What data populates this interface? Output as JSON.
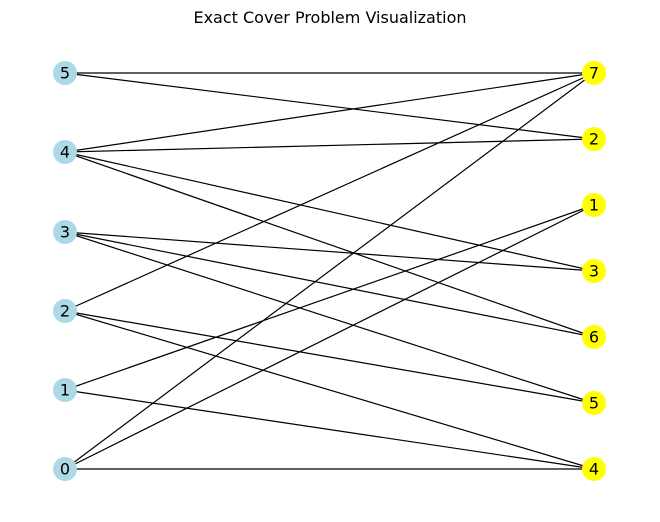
{
  "title": "Exact Cover Problem Visualization",
  "colors": {
    "left_node": "#add8e6",
    "right_node": "#ffff00",
    "edge": "#000000"
  },
  "left_nodes": [
    {
      "id": "L5",
      "label": "5"
    },
    {
      "id": "L4",
      "label": "4"
    },
    {
      "id": "L3",
      "label": "3"
    },
    {
      "id": "L2",
      "label": "2"
    },
    {
      "id": "L1",
      "label": "1"
    },
    {
      "id": "L0",
      "label": "0"
    }
  ],
  "right_nodes": [
    {
      "id": "R7",
      "label": "7"
    },
    {
      "id": "R2",
      "label": "2"
    },
    {
      "id": "R1",
      "label": "1"
    },
    {
      "id": "R3",
      "label": "3"
    },
    {
      "id": "R6",
      "label": "6"
    },
    {
      "id": "R5",
      "label": "5"
    },
    {
      "id": "R4",
      "label": "4"
    }
  ],
  "edges": [
    [
      "L5",
      "R7"
    ],
    [
      "L5",
      "R2"
    ],
    [
      "L4",
      "R7"
    ],
    [
      "L4",
      "R2"
    ],
    [
      "L4",
      "R3"
    ],
    [
      "L4",
      "R6"
    ],
    [
      "L3",
      "R3"
    ],
    [
      "L3",
      "R6"
    ],
    [
      "L3",
      "R5"
    ],
    [
      "L2",
      "R7"
    ],
    [
      "L2",
      "R5"
    ],
    [
      "L2",
      "R4"
    ],
    [
      "L1",
      "R1"
    ],
    [
      "L1",
      "R4"
    ],
    [
      "L0",
      "R7"
    ],
    [
      "L0",
      "R1"
    ],
    [
      "L0",
      "R4"
    ]
  ]
}
